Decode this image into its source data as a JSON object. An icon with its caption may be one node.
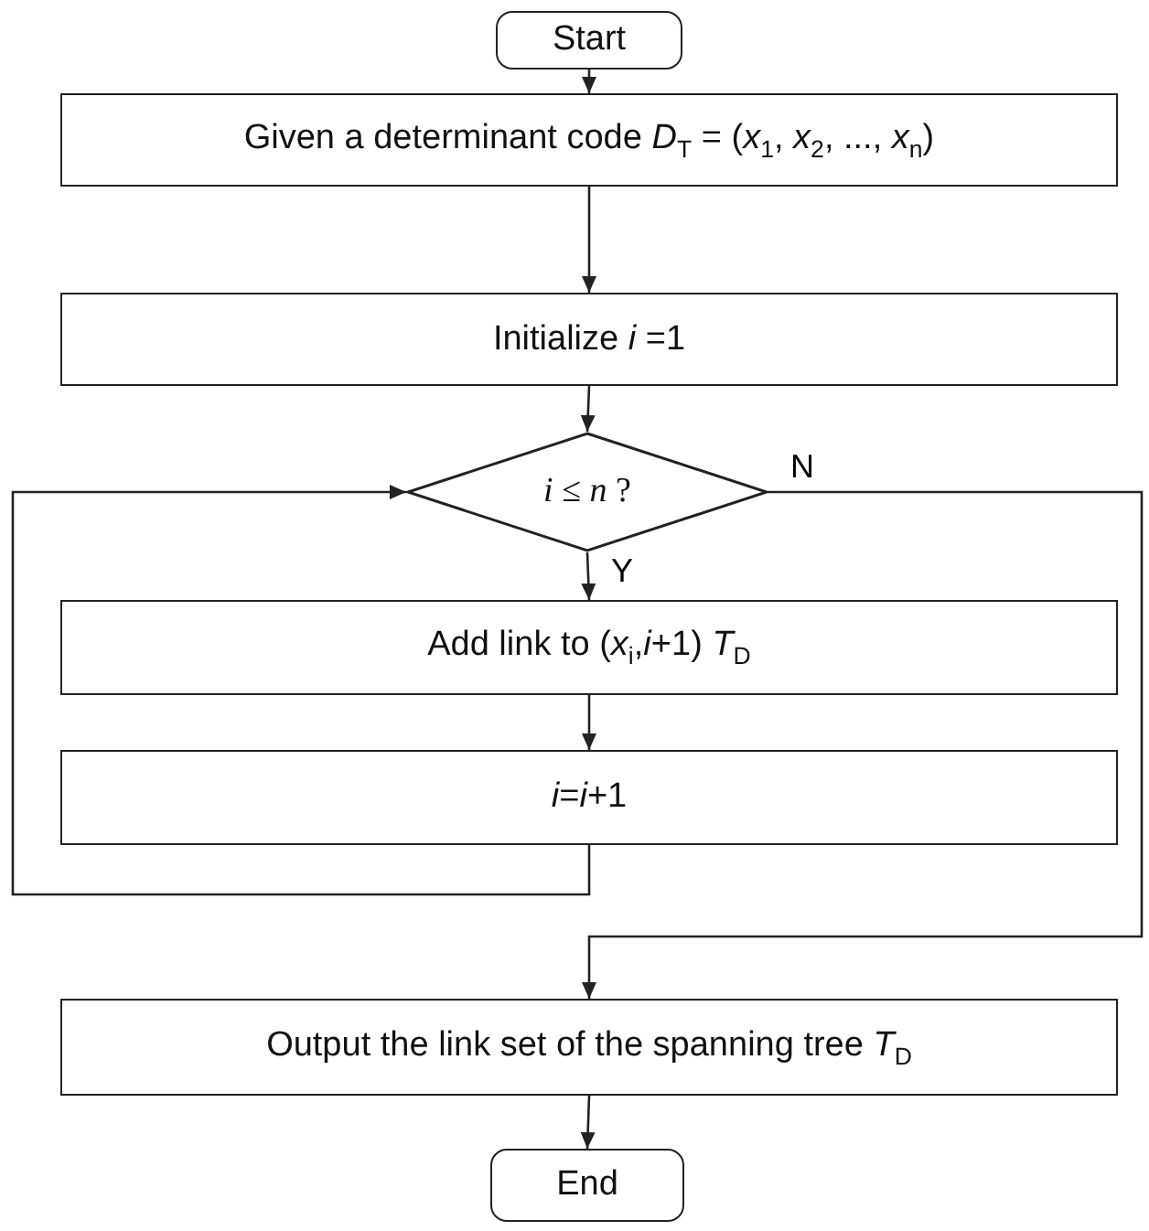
{
  "diagram": {
    "nodes": [
      {
        "text": [
          "Start"
        ]
      },
      {
        "text": [
          "Given a determinant code *D*$_{T}$ = (*x*$_{1}$, *x*$_{2}$, ..., *x*$_{n}$)"
        ]
      },
      {
        "text": [
          "Initialize *i* =1"
        ]
      },
      {
        "text": [
          "*i* ≤ *n* ?"
        ]
      },
      {
        "text": [
          "Add link to (*x*$_{i}$,*i*+1) *T*$_{D}$"
        ]
      },
      {
        "text": [
          "*i*=*i*+1"
        ]
      },
      {
        "text": [
          "Output the link set of the spanning tree *T*$_{D}$"
        ]
      },
      {
        "text": [
          "End"
        ]
      }
    ],
    "edges": [
      {
        "from": 0,
        "to": 1,
        "arrow": "to"
      },
      {
        "from": 1,
        "to": 2,
        "arrow": "to"
      },
      {
        "from": 2,
        "to": 3,
        "arrow": "to"
      },
      {
        "from": 3,
        "to": 4,
        "arrow": "to",
        "label": "Y"
      },
      {
        "from": 4,
        "to": 5,
        "arrow": "to"
      },
      {
        "from": 5,
        "to": 3,
        "arrow": "to"
      },
      {
        "from": 3,
        "to": 6,
        "arrow": "to",
        "label": "N"
      },
      {
        "from": 6,
        "to": 7,
        "arrow": "to"
      }
    ]
  }
}
